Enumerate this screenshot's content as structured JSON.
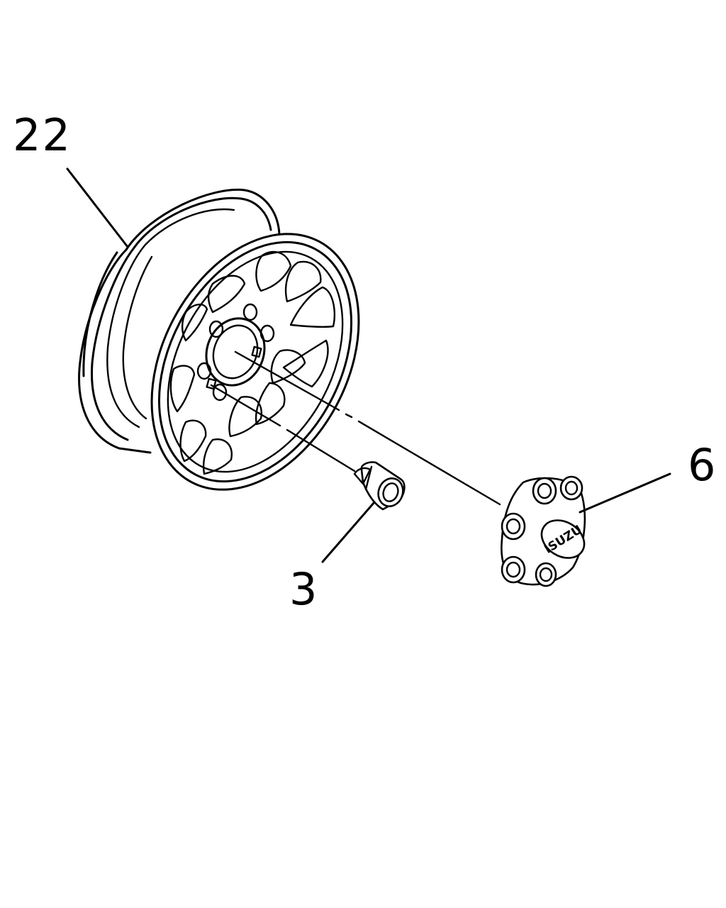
{
  "callouts": {
    "wheel": "22",
    "lug_nut": "3",
    "center_cap": "6"
  },
  "cap_logo": "ISUZU"
}
